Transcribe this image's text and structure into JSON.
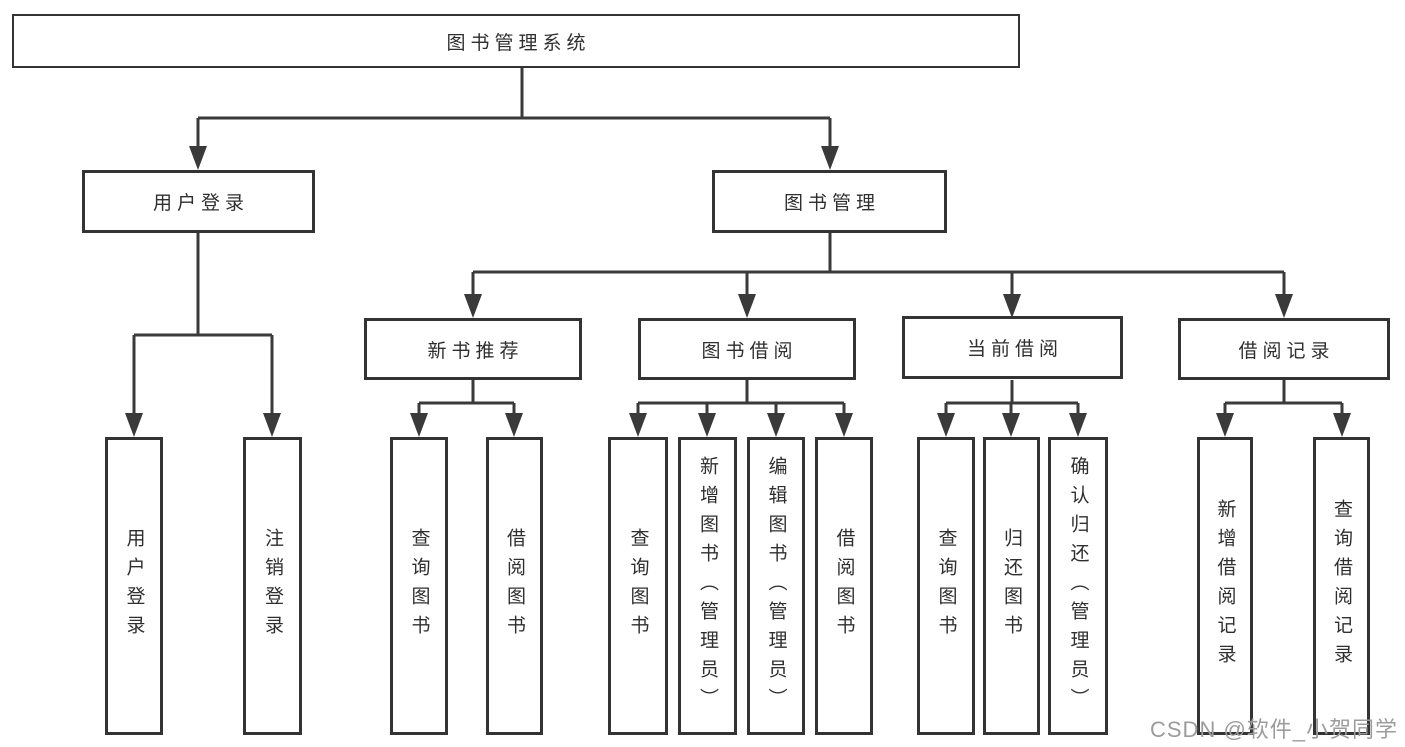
{
  "tree": {
    "root": "图书管理系统",
    "user_login": {
      "label": "用户登录",
      "children": [
        "用户登录",
        "注销登录"
      ]
    },
    "book_mgmt": {
      "label": "图书管理",
      "sections": [
        {
          "label": "新书推荐",
          "children": [
            "查询图书",
            "借阅图书"
          ]
        },
        {
          "label": "图书借阅",
          "children": [
            "查询图书",
            "新增图书（管理员）",
            "编辑图书（管理员）",
            "借阅图书"
          ]
        },
        {
          "label": "当前借阅",
          "children": [
            "查询图书",
            "归还图书",
            "确认归还（管理员）"
          ]
        },
        {
          "label": "借阅记录",
          "children": [
            "新增借阅记录",
            "查询借阅记录"
          ]
        }
      ]
    }
  },
  "watermark": "CSDN @软件_小贺同学",
  "colors": {
    "line": "#3a3a3a",
    "box_border": "#333333",
    "text": "#2f2f2f",
    "watermark": "#9c9c9c",
    "background": "#ffffff"
  }
}
